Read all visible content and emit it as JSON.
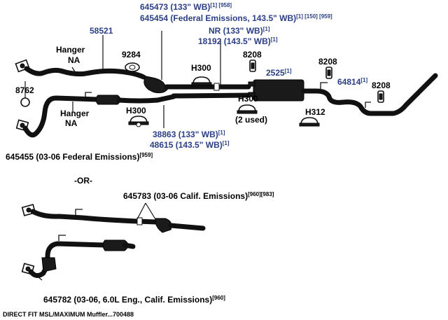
{
  "labels": {
    "p645473": "645473 (133\" WB)",
    "p645473_sup": "[1] [958]",
    "p645454": "645454 (Federal Emissions, 143.5\" WB)",
    "p645454_sup": "[1] [150] [959]",
    "nr": "NR (133\" WB)",
    "nr_sup": "[1]",
    "p18192": "18192 (143.5\" WB)",
    "p18192_sup": "[1]",
    "p58521": "58521",
    "hanger_na_top_1": "Hanger",
    "hanger_na_top_2": "NA",
    "p9284": "9284",
    "h300_top": "H300",
    "p8208_a": "8208",
    "p2525": "2525",
    "p2525_sup": "[1]",
    "p8208_b": "8208",
    "p64814": "64814",
    "p64814_sup": "[1]",
    "p8208_c": "8208",
    "p8762": "8762",
    "hanger_na_mid_1": "Hanger",
    "hanger_na_mid_2": "NA",
    "h300_mid": "H300",
    "h300_right_1": "H300",
    "h300_right_2": "(2 used)",
    "h312": "H312",
    "p38863": "38863 (133\" WB)",
    "p38863_sup": "[1]",
    "p48615": "48615 (143.5\" WB)",
    "p48615_sup": "[1]",
    "p645455": "645455 (03-06 Federal Emissions)",
    "p645455_sup": "[959]",
    "or": "-OR-",
    "p645783": "645783 (03-06 Calif. Emissions)",
    "p645783_sup": "[960][983]",
    "p645782": "645782 (03-06, 6.0L Eng., Calif. Emissions)",
    "p645782_sup": "[960]",
    "footer": "DIRECT FIT MSL/MAXIMUM Muffler...700488"
  },
  "colors": {
    "part_blue": "#2b3f86",
    "black": "#000000",
    "background": "#ffffff"
  }
}
